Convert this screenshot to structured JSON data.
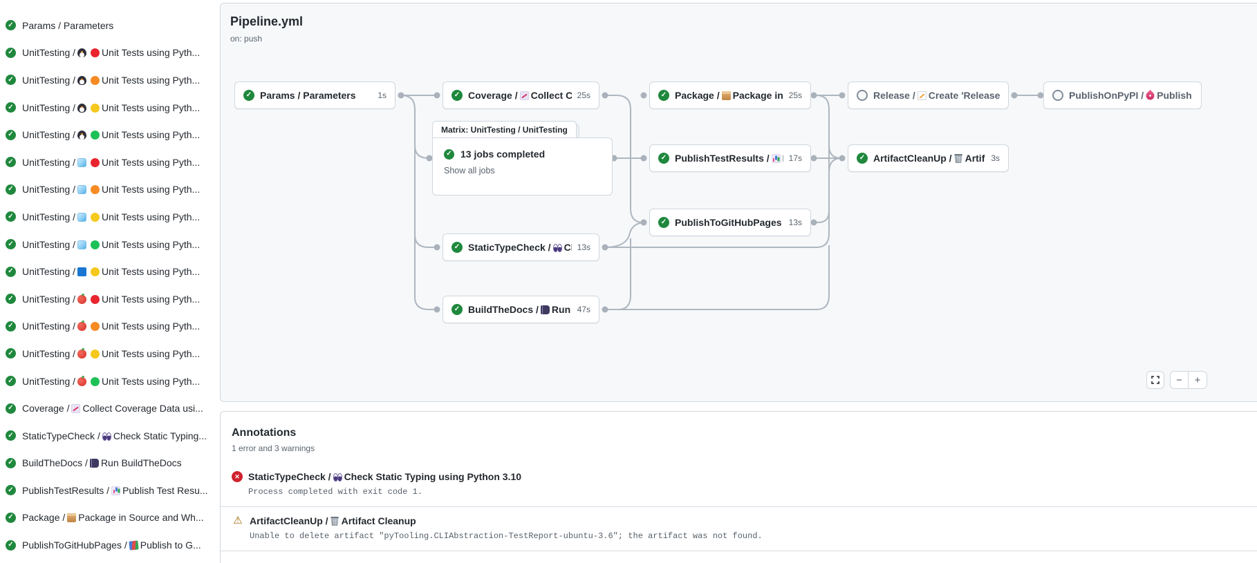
{
  "pipeline": {
    "title": "Pipeline.yml",
    "trigger": "on: push",
    "nodes": {
      "params": {
        "job": "Params / Parameters",
        "run": "",
        "time": "1s"
      },
      "coverage": {
        "job": "Coverage /",
        "icon": "chart-up",
        "run": "Collect Cove...",
        "time": "25s"
      },
      "package": {
        "job": "Package /",
        "icon": "package",
        "run": "Package in So...",
        "time": "25s"
      },
      "release": {
        "job": "Release /",
        "icon": "memo",
        "run": "Create 'Release P...",
        "time": ""
      },
      "publish_pypi": {
        "job": "PublishOnPyPI /",
        "icon": "rocket",
        "run": "Publish to ...",
        "time": ""
      },
      "matrix": {
        "tab": "Matrix: UnitTesting / UnitTesting",
        "summary": "13 jobs completed",
        "link": "Show all jobs"
      },
      "publish_test_results": {
        "job": "PublishTestResults /",
        "icon": "bar-chart",
        "run": "Pu...",
        "time": "17s"
      },
      "artifact_cleanup": {
        "job": "ArtifactCleanUp /",
        "icon": "trash",
        "run": "Artifac...",
        "time": "3s"
      },
      "publish_pages": {
        "job": "PublishToGitHubPages /",
        "icon": "books",
        "run": "...",
        "time": "13s"
      },
      "static_type_check": {
        "job": "StaticTypeCheck /",
        "icon": "eyes",
        "run": "Chec...",
        "time": "13s"
      },
      "build_docs": {
        "job": "BuildTheDocs /",
        "icon": "book",
        "run": "Run Buil...",
        "time": "47s"
      }
    },
    "controls": {
      "zoom_out": "−",
      "zoom_in": "+"
    }
  },
  "sidebar": {
    "items": [
      {
        "prefix": "",
        "icon1": null,
        "icon2": null,
        "label": "Params / Parameters"
      },
      {
        "prefix": "UnitTesting /",
        "icon1": "penguin",
        "icon2": "dot-red",
        "label": "Unit Tests using Pyth..."
      },
      {
        "prefix": "UnitTesting /",
        "icon1": "penguin",
        "icon2": "dot-orange",
        "label": "Unit Tests using Pyth..."
      },
      {
        "prefix": "UnitTesting /",
        "icon1": "penguin",
        "icon2": "dot-yellow",
        "label": "Unit Tests using Pyth..."
      },
      {
        "prefix": "UnitTesting /",
        "icon1": "penguin",
        "icon2": "dot-green",
        "label": "Unit Tests using Pyth..."
      },
      {
        "prefix": "UnitTesting /",
        "icon1": "ice",
        "icon2": "dot-red",
        "label": "Unit Tests using Pyth..."
      },
      {
        "prefix": "UnitTesting /",
        "icon1": "ice",
        "icon2": "dot-orange",
        "label": "Unit Tests using Pyth..."
      },
      {
        "prefix": "UnitTesting /",
        "icon1": "ice",
        "icon2": "dot-yellow",
        "label": "Unit Tests using Pyth..."
      },
      {
        "prefix": "UnitTesting /",
        "icon1": "ice",
        "icon2": "dot-green",
        "label": "Unit Tests using Pyth..."
      },
      {
        "prefix": "UnitTesting /",
        "icon1": "bluesq",
        "icon2": "dot-yellow",
        "label": "Unit Tests using Pyth..."
      },
      {
        "prefix": "UnitTesting /",
        "icon1": "apple",
        "icon2": "dot-red",
        "label": "Unit Tests using Pyth..."
      },
      {
        "prefix": "UnitTesting /",
        "icon1": "apple",
        "icon2": "dot-orange",
        "label": "Unit Tests using Pyth..."
      },
      {
        "prefix": "UnitTesting /",
        "icon1": "apple",
        "icon2": "dot-yellow",
        "label": "Unit Tests using Pyth..."
      },
      {
        "prefix": "UnitTesting /",
        "icon1": "apple",
        "icon2": "dot-green",
        "label": "Unit Tests using Pyth..."
      },
      {
        "prefix": "Coverage /",
        "icon1": "chart-up",
        "icon2": null,
        "label": "Collect Coverage Data usi..."
      },
      {
        "prefix": "StaticTypeCheck /",
        "icon1": "eyes",
        "icon2": null,
        "label": "Check Static Typing..."
      },
      {
        "prefix": "BuildTheDocs /",
        "icon1": "book",
        "icon2": null,
        "label": "Run BuildTheDocs"
      },
      {
        "prefix": "PublishTestResults /",
        "icon1": "bar-chart",
        "icon2": null,
        "label": "Publish Test Resu..."
      },
      {
        "prefix": "Package /",
        "icon1": "package",
        "icon2": null,
        "label": "Package in Source and Wh..."
      },
      {
        "prefix": "PublishToGitHubPages /",
        "icon1": "books",
        "icon2": null,
        "label": "Publish to G..."
      }
    ]
  },
  "annotations": {
    "title": "Annotations",
    "summary": "1 error and 3 warnings",
    "items": [
      {
        "type": "error",
        "job": "StaticTypeCheck /",
        "icon": "eyes",
        "run": "Check Static Typing using Python 3.10",
        "message": "Process completed with exit code 1."
      },
      {
        "type": "warning",
        "job": "ArtifactCleanUp /",
        "icon": "trash",
        "run": "Artifact Cleanup",
        "message": "Unable to delete artifact \"pyTooling.CLIAbstraction-TestReport-ubuntu-3.6\"; the artifact was not found."
      }
    ]
  }
}
